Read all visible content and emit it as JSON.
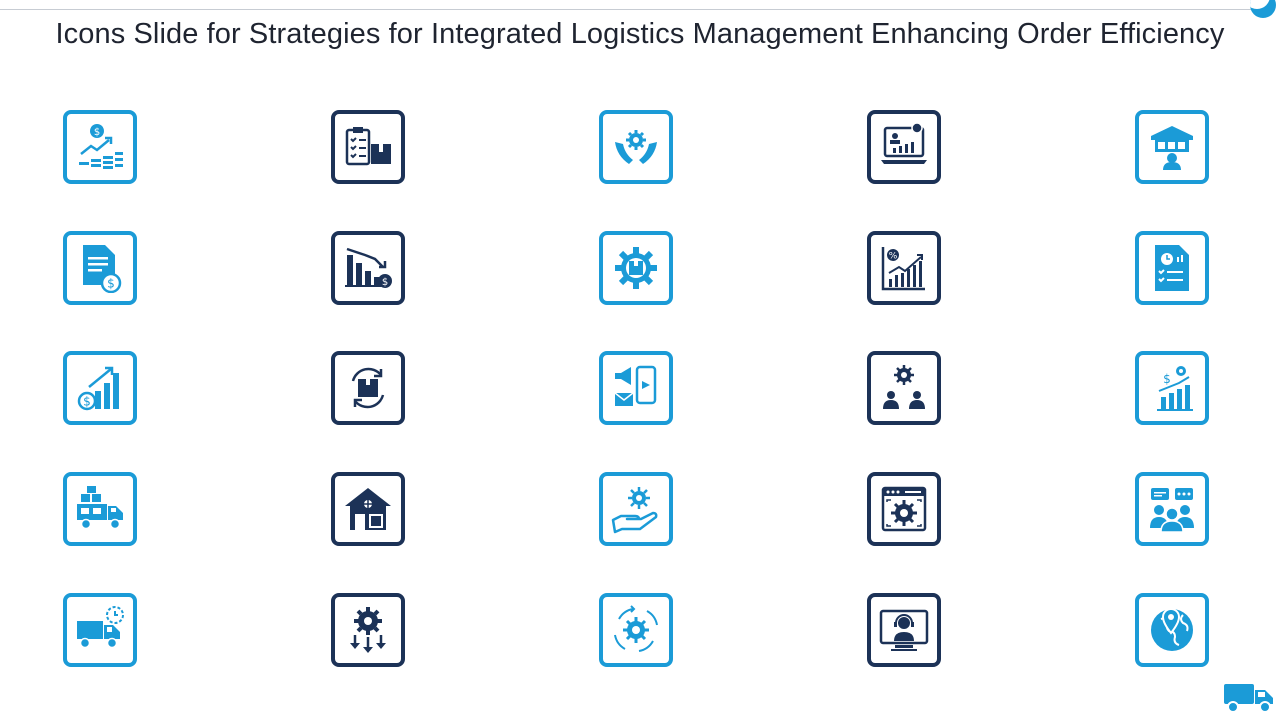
{
  "slide": {
    "title": "Icons Slide for Strategies for Integrated Logistics Management Enhancing Order Efficiency"
  },
  "colors": {
    "accent": "#1b9bd7",
    "navy": "#1c3257",
    "title_text": "#1f2430",
    "rule": "#c7ccd3"
  },
  "icons": [
    {
      "name": "dollar-growth-coins-icon",
      "style": "light"
    },
    {
      "name": "clipboard-box-checklist-icon",
      "style": "dark"
    },
    {
      "name": "hands-gear-icon",
      "style": "light"
    },
    {
      "name": "laptop-analytics-icon",
      "style": "dark"
    },
    {
      "name": "warehouse-worker-icon",
      "style": "light"
    },
    {
      "name": "invoice-dollar-icon",
      "style": "light"
    },
    {
      "name": "declining-cost-chart-icon",
      "style": "dark"
    },
    {
      "name": "gear-box-icon",
      "style": "light"
    },
    {
      "name": "percentage-growth-chart-icon",
      "style": "dark"
    },
    {
      "name": "report-clock-checklist-icon",
      "style": "light"
    },
    {
      "name": "dollar-bar-growth-icon",
      "style": "light"
    },
    {
      "name": "box-refresh-cycle-icon",
      "style": "dark"
    },
    {
      "name": "digital-marketing-mobile-icon",
      "style": "light"
    },
    {
      "name": "team-gear-management-icon",
      "style": "dark"
    },
    {
      "name": "cost-gear-chart-icon",
      "style": "light"
    },
    {
      "name": "delivery-truck-boxes-icon",
      "style": "light"
    },
    {
      "name": "warehouse-house-box-icon",
      "style": "dark"
    },
    {
      "name": "hand-gear-icon",
      "style": "light"
    },
    {
      "name": "browser-gear-settings-icon",
      "style": "dark"
    },
    {
      "name": "team-chat-icon",
      "style": "light"
    },
    {
      "name": "fast-delivery-truck-clock-icon",
      "style": "light"
    },
    {
      "name": "gear-arrows-down-icon",
      "style": "dark"
    },
    {
      "name": "gear-cycle-arrows-icon",
      "style": "light"
    },
    {
      "name": "support-agent-screen-icon",
      "style": "dark"
    },
    {
      "name": "global-location-icon",
      "style": "light"
    }
  ],
  "footer": {
    "corner_icon": "delivery-truck-icon"
  }
}
